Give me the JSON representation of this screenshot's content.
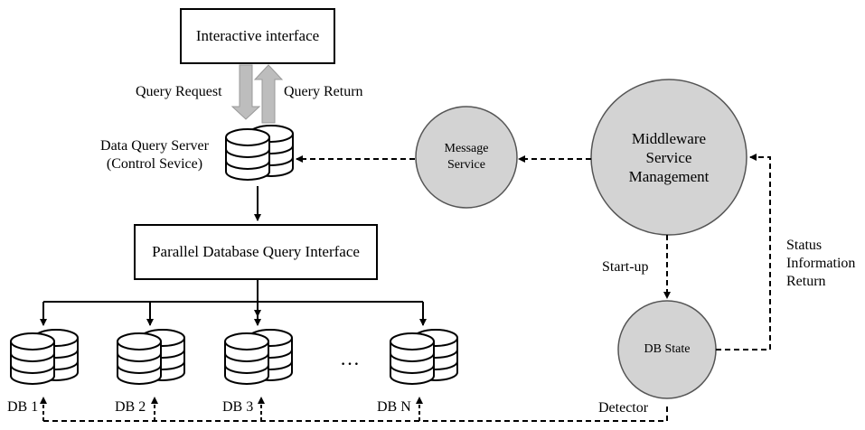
{
  "interface_box": {
    "label": "Interactive interface"
  },
  "arrows": {
    "query_request": "Query Request",
    "query_return": "Query Return"
  },
  "server": {
    "line1": "Data Query Server",
    "line2": "(Control Sevice)"
  },
  "parallel_box": {
    "label": "Parallel Database Query Interface"
  },
  "databases": [
    {
      "label": "DB 1"
    },
    {
      "label": "DB 2"
    },
    {
      "label": "DB 3"
    },
    {
      "label": "DB N"
    }
  ],
  "ellipsis": "…",
  "message_service": {
    "line1": "Message",
    "line2": "Service"
  },
  "middleware": {
    "line1": "Middleware",
    "line2": "Service",
    "line3": "Management"
  },
  "db_state": {
    "label": "DB State"
  },
  "startup_label": "Start-up",
  "status_label": {
    "line1": "Status",
    "line2": "Information",
    "line3": "Return"
  },
  "detector_label": "Detector",
  "colors": {
    "circle_fill": "#d3d3d3",
    "arrow_fill": "#bdbdbd",
    "line": "#000000"
  }
}
